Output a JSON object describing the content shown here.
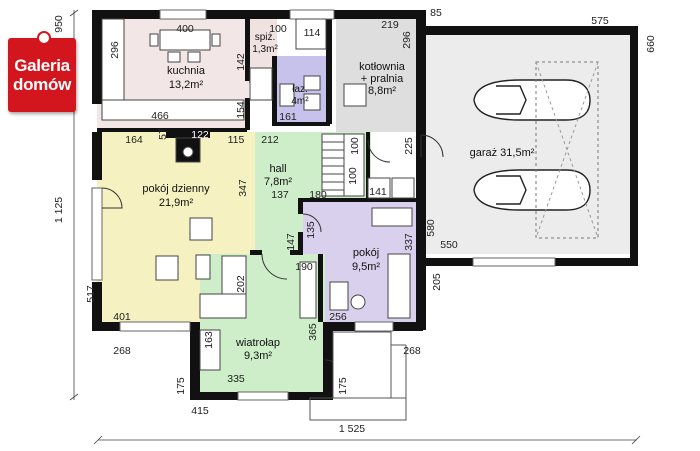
{
  "logo": {
    "line1": "Galeria",
    "line2": "domów"
  },
  "rooms": {
    "kitchen": {
      "name": "kuchnia",
      "area": "13,2m²"
    },
    "pantry": {
      "name": "spiż.",
      "area": "1,3m²"
    },
    "bathroom": {
      "name": "łaz.",
      "area": "4m²"
    },
    "boiler": {
      "name": "kotłownia",
      "name2": "+ pralnia",
      "area": "8,8m²"
    },
    "garage": {
      "name": "garaż",
      "area": "31,5m²"
    },
    "living": {
      "name": "pokój dzienny",
      "area": "21,9m²"
    },
    "hall": {
      "name": "hall",
      "area": "7,8m²"
    },
    "room": {
      "name": "pokój",
      "area": "9,5m²"
    },
    "vestibule": {
      "name": "wiatrołap",
      "area": "9,3m²"
    }
  },
  "dimensions": {
    "d950": "950",
    "d400": "400",
    "d100": "100",
    "d114": "114",
    "d219": "219",
    "d85": "85",
    "d575": "575",
    "d660": "660",
    "d296a": "296",
    "d296b": "296",
    "d142": "142",
    "d466": "466",
    "d154": "154",
    "d161": "161",
    "d164": "164",
    "d57": "57",
    "d122": "122",
    "d115": "115",
    "d212": "212",
    "d100b": "100",
    "d225": "225",
    "d347": "347",
    "d137": "137",
    "d180": "180",
    "d100c": "100",
    "d141": "141",
    "d135": "135",
    "d147": "147",
    "d337": "337",
    "d580": "580",
    "d550": "550",
    "d190": "190",
    "d202": "202",
    "d205": "205",
    "d517": "517",
    "d401": "401",
    "d256": "256",
    "d163": "163",
    "d365": "365",
    "d268a": "268",
    "d268b": "268",
    "d335": "335",
    "d175a": "175",
    "d175b": "175",
    "d415": "415",
    "d1125": "1 125",
    "d1525": "1 525"
  }
}
